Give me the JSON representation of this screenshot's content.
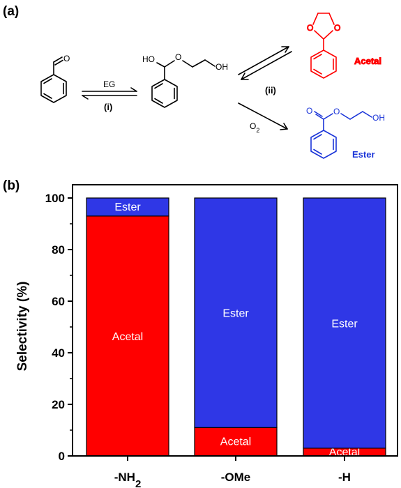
{
  "scheme": {
    "panel_label": "(a)",
    "reagent_top": "EG",
    "step_i": "(i)",
    "step_ii": "(ii)",
    "oxidant": "O",
    "oxidant_sub": "2",
    "atoms": {
      "O": "O",
      "HO": "HO",
      "OH": "OH"
    },
    "product_acetal": "Acetal",
    "product_ester": "Ester",
    "acetal_color": "#ff0000",
    "ester_color": "#1a34d8"
  },
  "chart_data": {
    "type": "bar",
    "stacked": true,
    "panel_label": "(b)",
    "categories": [
      "-NH",
      "-OMe",
      "-H"
    ],
    "category_subscripts": [
      "2",
      "",
      ""
    ],
    "ylabel": "Selectivity (%)",
    "ylim": [
      0,
      100
    ],
    "yticks": [
      0,
      20,
      40,
      60,
      80,
      100
    ],
    "grid": false,
    "series": [
      {
        "name": "Acetal",
        "values": [
          93,
          11,
          3
        ],
        "color": "#ff0000"
      },
      {
        "name": "Ester",
        "values": [
          7,
          89,
          97
        ],
        "color": "#2f37e6"
      }
    ]
  }
}
